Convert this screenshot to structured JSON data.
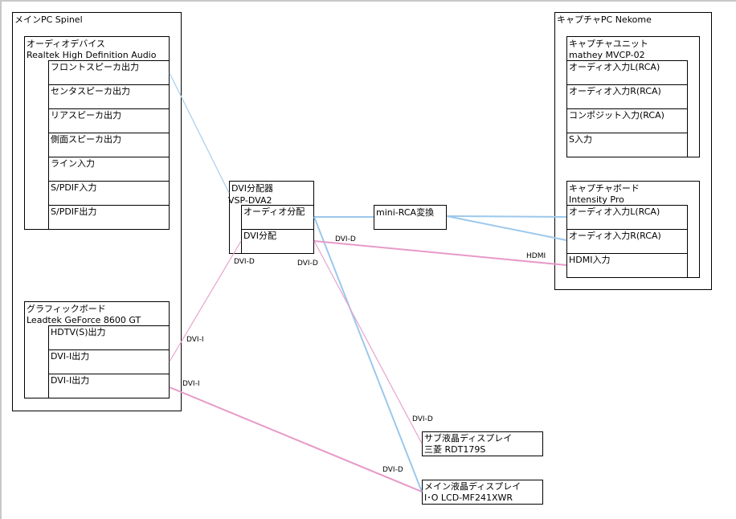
{
  "colors": {
    "audio_line": "#9cc8ec",
    "video_line": "#e79ac8",
    "border": "#000000",
    "frame": "#c8c8c8"
  },
  "main_pc": {
    "title": "メインPC Spinel",
    "audio_device": {
      "title": "オーディオデバイス",
      "model": "Realtek High Definition Audio",
      "ports": [
        "フロントスピーカ出力",
        "センタスピーカ出力",
        "リアスピーカ出力",
        "側面スピーカ出力",
        "ライン入力",
        "S/PDIF入力",
        "S/PDIF出力"
      ]
    },
    "graphics_board": {
      "title": "グラフィックボード",
      "model": "Leadtek GeForce 8600 GT",
      "ports": [
        "HDTV(S)出力",
        "DVI-I出力",
        "DVI-I出力"
      ]
    }
  },
  "dvi_splitter": {
    "title": "DVI分配器",
    "model": "VSP-DVA2",
    "ports": [
      "オーディオ分配",
      "DVI分配"
    ]
  },
  "mini_rca": {
    "title": "mini-RCA変換"
  },
  "capture_pc": {
    "title": "キャプチャPC Nekome",
    "capture_unit": {
      "title": "キャプチャユニット",
      "model": "mathey MVCP-02",
      "ports": [
        "オーディオ入力L(RCA)",
        "オーディオ入力R(RCA)",
        "コンポジット入力(RCA)",
        "S入力"
      ]
    },
    "capture_board": {
      "title": "キャプチャボード",
      "model": "Intensity Pro",
      "ports": [
        "オーディオ入力L(RCA)",
        "オーディオ入力R(RCA)",
        "HDMI入力"
      ]
    }
  },
  "sub_display": {
    "title": "サブ液晶ディスプレイ",
    "model": "三菱 RDT179S"
  },
  "main_display": {
    "title": "メイン液晶ディスプレイ",
    "model": "I･O LCD-MF241XWR"
  },
  "connections": [
    {
      "from": "フロントスピーカ出力",
      "to": "オーディオ分配",
      "type": "audio",
      "label": ""
    },
    {
      "from": "DVI-I出力 (1)",
      "to": "DVI分配",
      "type": "video",
      "label": "DVI-I"
    },
    {
      "from": "DVI分配",
      "to": "DVI分配器 input",
      "type": "video",
      "label": "DVI-D"
    },
    {
      "from": "オーディオ分配",
      "to": "mini-RCA変換",
      "type": "audio",
      "label": ""
    },
    {
      "from": "mini-RCA変換",
      "to": "オーディオ入力L(RCA)",
      "type": "audio",
      "label": ""
    },
    {
      "from": "mini-RCA変換",
      "to": "オーディオ入力R(RCA)",
      "type": "audio",
      "label": ""
    },
    {
      "from": "DVI分配",
      "to": "HDMI入力",
      "type": "video",
      "label": "DVI-D",
      "label2": "HDMI"
    },
    {
      "from": "DVI分配",
      "to": "サブ液晶ディスプレイ",
      "type": "video",
      "label": "DVI-D",
      "label2": "DVI-D"
    },
    {
      "from": "オーディオ分配",
      "to": "メイン液晶ディスプレイ",
      "type": "audio",
      "label": ""
    },
    {
      "from": "DVI-I出力 (2)",
      "to": "メイン液晶ディスプレイ",
      "type": "video",
      "label": "DVI-I",
      "label2": "DVI-D"
    }
  ],
  "connection_labels": {
    "dvi_i_upper": "DVI-I",
    "dvi_i_lower": "DVI-I",
    "dvi_d_splitter_left": "DVI-D",
    "dvi_d_splitter_right": "DVI-D",
    "dvi_d_hdmi": "DVI-D",
    "hdmi": "HDMI",
    "dvi_d_sub": "DVI-D",
    "dvi_d_main": "DVI-D"
  }
}
